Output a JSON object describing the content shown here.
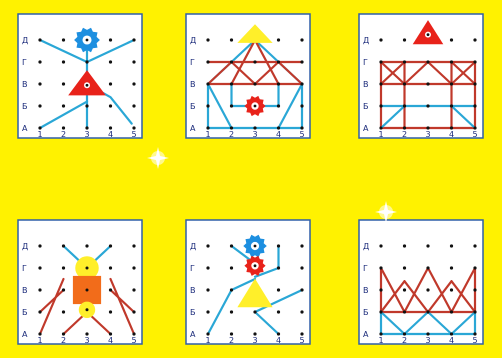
{
  "colors": {
    "background": "#fff200",
    "board": "#ffffff",
    "board_border": "#2f5ea8",
    "peg": "#111111",
    "label": "#1a2a7a",
    "band_blue": "#2aa7d6",
    "band_red": "#c0392b",
    "shape_yellow": "#ffef2a",
    "shape_red": "#e8221a",
    "shape_orange": "#f26c1a",
    "shape_blue": "#1d8fe0"
  },
  "row_labels": [
    "А",
    "Б",
    "В",
    "Г",
    "Д"
  ],
  "col_labels": [
    "1",
    "2",
    "3",
    "4",
    "5"
  ],
  "boards": [
    {
      "name": "board-stick-figure",
      "lines": [
        {
          "c": "blue",
          "p": [
            [
              3,
              5
            ],
            [
              3,
              1
            ]
          ]
        },
        {
          "c": "blue",
          "p": [
            [
              1,
              5
            ],
            [
              3,
              4
            ],
            [
              5,
              5
            ]
          ]
        },
        {
          "c": "blue",
          "p": [
            [
              1,
              1
            ],
            [
              3,
              2.2
            ]
          ]
        },
        {
          "c": "blue",
          "p": [
            [
              3,
              3
            ],
            [
              4,
              2.4
            ],
            [
              4.9,
              1.2
            ]
          ]
        }
      ],
      "shapes": [
        {
          "type": "gear",
          "x": 3,
          "y": 5,
          "r": 0.55,
          "color": "blue"
        },
        {
          "type": "triangle",
          "x": 3,
          "y": 3,
          "w": 1.6,
          "h": 1.15,
          "color": "red",
          "eye": true
        }
      ]
    },
    {
      "name": "board-house",
      "lines": [
        {
          "c": "blue",
          "p": [
            [
              3,
              5
            ],
            [
              1,
              3
            ],
            [
              1,
              1
            ],
            [
              5,
              1
            ],
            [
              5,
              3
            ],
            [
              3,
              5
            ]
          ]
        },
        {
          "c": "blue",
          "p": [
            [
              1,
              3
            ],
            [
              2,
              1
            ]
          ]
        },
        {
          "c": "blue",
          "p": [
            [
              5,
              3
            ],
            [
              4,
              1
            ]
          ]
        },
        {
          "c": "blue",
          "p": [
            [
              2,
              3
            ],
            [
              2,
              2
            ],
            [
              4,
              2
            ],
            [
              4,
              3
            ]
          ]
        },
        {
          "c": "red",
          "p": [
            [
              1,
              4
            ],
            [
              5,
              4
            ]
          ]
        },
        {
          "c": "red",
          "p": [
            [
              3,
              5
            ],
            [
              2,
              3
            ]
          ]
        },
        {
          "c": "red",
          "p": [
            [
              3,
              5
            ],
            [
              4,
              3
            ]
          ]
        },
        {
          "c": "red",
          "p": [
            [
              1,
              3
            ],
            [
              2,
              4
            ],
            [
              3,
              3
            ],
            [
              4,
              4
            ],
            [
              5,
              3
            ]
          ]
        },
        {
          "c": "red",
          "p": [
            [
              1,
              3
            ],
            [
              5,
              3
            ]
          ]
        }
      ],
      "shapes": [
        {
          "type": "triangle",
          "x": 3,
          "y": 5.25,
          "w": 1.5,
          "h": 0.85,
          "color": "yellow"
        },
        {
          "type": "gear",
          "x": 3,
          "y": 2,
          "r": 0.45,
          "color": "red"
        }
      ]
    },
    {
      "name": "board-tower",
      "lines": [
        {
          "c": "red",
          "p": [
            [
              1,
              4
            ],
            [
              1,
              1
            ],
            [
              5,
              1
            ],
            [
              5,
              4
            ],
            [
              1,
              4
            ]
          ]
        },
        {
          "c": "red",
          "p": [
            [
              1,
              3
            ],
            [
              5,
              3
            ]
          ]
        },
        {
          "c": "red",
          "p": [
            [
              2,
              4
            ],
            [
              2,
              1
            ]
          ]
        },
        {
          "c": "red",
          "p": [
            [
              4,
              4
            ],
            [
              4,
              1
            ]
          ]
        },
        {
          "c": "red",
          "p": [
            [
              1,
              4
            ],
            [
              2,
              3
            ],
            [
              3,
              4
            ],
            [
              4,
              3
            ],
            [
              5,
              4
            ]
          ]
        },
        {
          "c": "red",
          "p": [
            [
              1,
              3
            ],
            [
              2,
              4
            ]
          ]
        },
        {
          "c": "red",
          "p": [
            [
              4,
              4
            ],
            [
              5,
              3
            ]
          ]
        },
        {
          "c": "blue",
          "p": [
            [
              1,
              2
            ],
            [
              5,
              2
            ]
          ]
        },
        {
          "c": "blue",
          "p": [
            [
              1,
              1
            ],
            [
              2,
              2
            ]
          ]
        },
        {
          "c": "blue",
          "p": [
            [
              5,
              1
            ],
            [
              4,
              2
            ]
          ]
        }
      ],
      "shapes": [
        {
          "type": "triangle",
          "x": 3,
          "y": 5.3,
          "w": 1.3,
          "h": 1.1,
          "color": "red",
          "eye": true
        }
      ]
    },
    {
      "name": "board-doll",
      "lines": [
        {
          "c": "blue",
          "p": [
            [
              2,
              5
            ],
            [
              3,
              4
            ]
          ]
        },
        {
          "c": "blue",
          "p": [
            [
              4,
              5
            ],
            [
              3,
              4
            ]
          ]
        },
        {
          "c": "red",
          "p": [
            [
              2,
              3
            ],
            [
              1,
              2
            ]
          ]
        },
        {
          "c": "red",
          "p": [
            [
              4,
              3
            ],
            [
              5,
              2
            ]
          ]
        },
        {
          "c": "red",
          "p": [
            [
              3,
              2
            ],
            [
              2,
              1
            ]
          ]
        },
        {
          "c": "red",
          "p": [
            [
              3,
              2
            ],
            [
              4,
              1
            ]
          ]
        },
        {
          "c": "red",
          "p": [
            [
              4,
              3.5
            ],
            [
              5,
              1
            ]
          ]
        },
        {
          "c": "red",
          "p": [
            [
              2,
              3.5
            ],
            [
              1,
              1
            ]
          ]
        }
      ],
      "shapes": [
        {
          "type": "circle",
          "x": 3,
          "y": 4,
          "r": 0.5,
          "color": "yellow"
        },
        {
          "type": "square",
          "x": 3,
          "y": 3,
          "s": 1.2,
          "color": "orange"
        },
        {
          "type": "circle",
          "x": 3,
          "y": 2.1,
          "r": 0.35,
          "color": "yellow"
        }
      ]
    },
    {
      "name": "board-runner",
      "lines": [
        {
          "c": "blue",
          "p": [
            [
              2,
              5
            ],
            [
              3,
              4.2
            ]
          ]
        },
        {
          "c": "blue",
          "p": [
            [
              4,
              5
            ],
            [
              4,
              4
            ],
            [
              3,
              3.6
            ]
          ]
        },
        {
          "c": "blue",
          "p": [
            [
              3,
              3.5
            ],
            [
              2,
              3
            ],
            [
              1,
              1
            ]
          ]
        },
        {
          "c": "blue",
          "p": [
            [
              3,
              2
            ],
            [
              4,
              2.5
            ],
            [
              5,
              3
            ]
          ]
        },
        {
          "c": "blue",
          "p": [
            [
              3,
              2
            ],
            [
              4,
              1
            ]
          ]
        }
      ],
      "shapes": [
        {
          "type": "gear",
          "x": 3,
          "y": 5,
          "r": 0.5,
          "color": "blue"
        },
        {
          "type": "gear",
          "x": 3,
          "y": 4.1,
          "r": 0.45,
          "color": "red"
        },
        {
          "type": "triangle",
          "x": 3,
          "y": 2.8,
          "w": 1.5,
          "h": 1.3,
          "color": "yellow"
        }
      ]
    },
    {
      "name": "board-crown",
      "lines": [
        {
          "c": "red",
          "p": [
            [
              1,
              4
            ],
            [
              1,
              2
            ]
          ]
        },
        {
          "c": "red",
          "p": [
            [
              5,
              4
            ],
            [
              5,
              2
            ]
          ]
        },
        {
          "c": "red",
          "p": [
            [
              1,
              4
            ],
            [
              2,
              2
            ]
          ]
        },
        {
          "c": "red",
          "p": [
            [
              2,
              2
            ],
            [
              3,
              4
            ]
          ]
        },
        {
          "c": "red",
          "p": [
            [
              3,
              4
            ],
            [
              4,
              2
            ]
          ]
        },
        {
          "c": "red",
          "p": [
            [
              4,
              2
            ],
            [
              5,
              4
            ]
          ]
        },
        {
          "c": "red",
          "p": [
            [
              1,
              2
            ],
            [
              2,
              3.4
            ]
          ]
        },
        {
          "c": "red",
          "p": [
            [
              5,
              2
            ],
            [
              4,
              3.4
            ]
          ]
        },
        {
          "c": "red",
          "p": [
            [
              2,
              3.4
            ],
            [
              3,
              2
            ]
          ]
        },
        {
          "c": "red",
          "p": [
            [
              4,
              3.4
            ],
            [
              3,
              2
            ]
          ]
        },
        {
          "c": "red",
          "p": [
            [
              1,
              2
            ],
            [
              5,
              2
            ]
          ]
        },
        {
          "c": "blue",
          "p": [
            [
              1,
              2
            ],
            [
              2,
              1
            ],
            [
              3,
              2
            ],
            [
              4,
              1
            ],
            [
              5,
              2
            ]
          ]
        },
        {
          "c": "blue",
          "p": [
            [
              1,
              1
            ],
            [
              5,
              1
            ]
          ]
        },
        {
          "c": "blue",
          "p": [
            [
              1,
              1
            ],
            [
              1,
              2
            ]
          ]
        },
        {
          "c": "blue",
          "p": [
            [
              5,
              1
            ],
            [
              5,
              2
            ]
          ]
        }
      ],
      "shapes": []
    }
  ],
  "sparkles": [
    {
      "name": "sparkle-left"
    },
    {
      "name": "sparkle-right"
    }
  ]
}
